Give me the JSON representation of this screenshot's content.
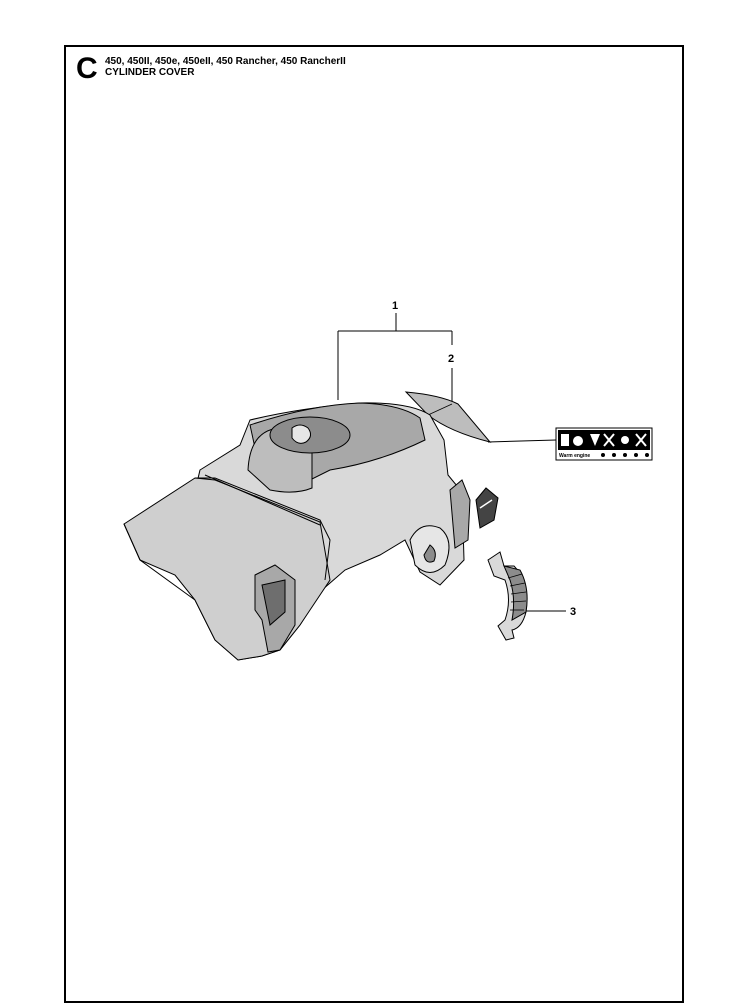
{
  "header": {
    "section_letter": "C",
    "models": "450, 450II, 450e, 450eII, 450 Rancher, 450 RancherII",
    "title": "CYLINDER COVER"
  },
  "callouts": [
    {
      "id": "1"
    },
    {
      "id": "2"
    },
    {
      "id": "3"
    }
  ],
  "decal": {
    "text": "Warm engine"
  },
  "colors": {
    "line": "#000000",
    "shade_light": "#d9d9d9",
    "shade_mid": "#bdbdbd",
    "shade_dark": "#8c8c8c",
    "background": "#ffffff"
  }
}
